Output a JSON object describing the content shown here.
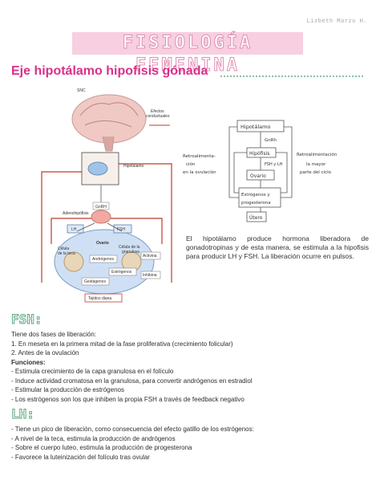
{
  "author": "Lizbeth Marzo H.",
  "banner_title": "FISIOLOGÍA FEMENINA",
  "section_title": "Eje hipotálamo hipofisis gónada",
  "diagram_left": {
    "labels": {
      "snc": "SNC",
      "efectos": "Efectos",
      "conductuales": "conductuales",
      "hipotalamo": "Hipotálamo",
      "gnrh": "GnRH",
      "adenohipofisis": "Adenohipófisis",
      "lh": "LH",
      "fsh": "FSH",
      "ovario": "Ovario",
      "celula_teca_1": "Célula",
      "celula_teca_2": "de la teca",
      "celula_gran_1": "Célula de la",
      "celula_gran_2": "granulosa",
      "androgenos": "Andrógenos",
      "estrogenos": "Estrógenos",
      "activina": "Activina",
      "inhibina": "Inhibina",
      "gestagenos": "Gestágenos",
      "tejidos_diana": "Tejidos diana"
    }
  },
  "diagram_right": {
    "hipotalamo": "Hipotálamo",
    "gnrh": "GnRh",
    "hipofisis": "Hipófisis",
    "fsh_lh": "FSH y LH",
    "ovario": "Ovario",
    "estrogenos_1": "Estrógenos y",
    "estrogenos_2": "progesterona",
    "utero": "Útero",
    "retro_neg_1": "Retroalimenta-",
    "retro_neg_2": "ción",
    "retro_neg_3": "en la ovulación",
    "retro_pos_1": "Retroalimentación",
    "retro_pos_2": "la mayor",
    "retro_pos_3": "parte del ciclo"
  },
  "paragraph": "El hipotálamo produce hormona liberadora de gonadotropinas y de esta manera, se estimula a la hipofisis para producir LH y FSH. La liberación ocurre en pulsos.",
  "fsh": {
    "header": "FSH:",
    "lines": [
      "Tiene dos fases de liberación:",
      "1.   En meseta en la primera mitad de la fase proliferativa (crecimiento folicular)",
      "2.   Antes de la ovulación"
    ],
    "funciones_label": "Funciones:",
    "funciones": [
      "-  Estimula crecimiento de la capa granulosa en el folículo",
      "-  Induce actividad cromatosa en la granulosa, para convertir andrógenos en estradiol",
      "-  Estimular la producción de estrógenos",
      "-  Los estrógenos son los que inhiben la propia FSH a través de feedback negativo"
    ]
  },
  "lh": {
    "header": "LH:",
    "lines": [
      "-  Tiene un pico de liberación, como consecuencia del efecto gatillo de los estrógenos:",
      "-  A nivel de la teca, estimula la producción de andrógenos",
      "-  Sobre el cuerpo luteo, estimula la producción de progesterona",
      "-  Favorece la luteinización del folículo tras ovular"
    ]
  },
  "colors": {
    "pink_accent": "#d9308a",
    "banner_fill": "#f7cfe0",
    "green_header": "#5fa882",
    "red_arrow": "#c0392b"
  }
}
